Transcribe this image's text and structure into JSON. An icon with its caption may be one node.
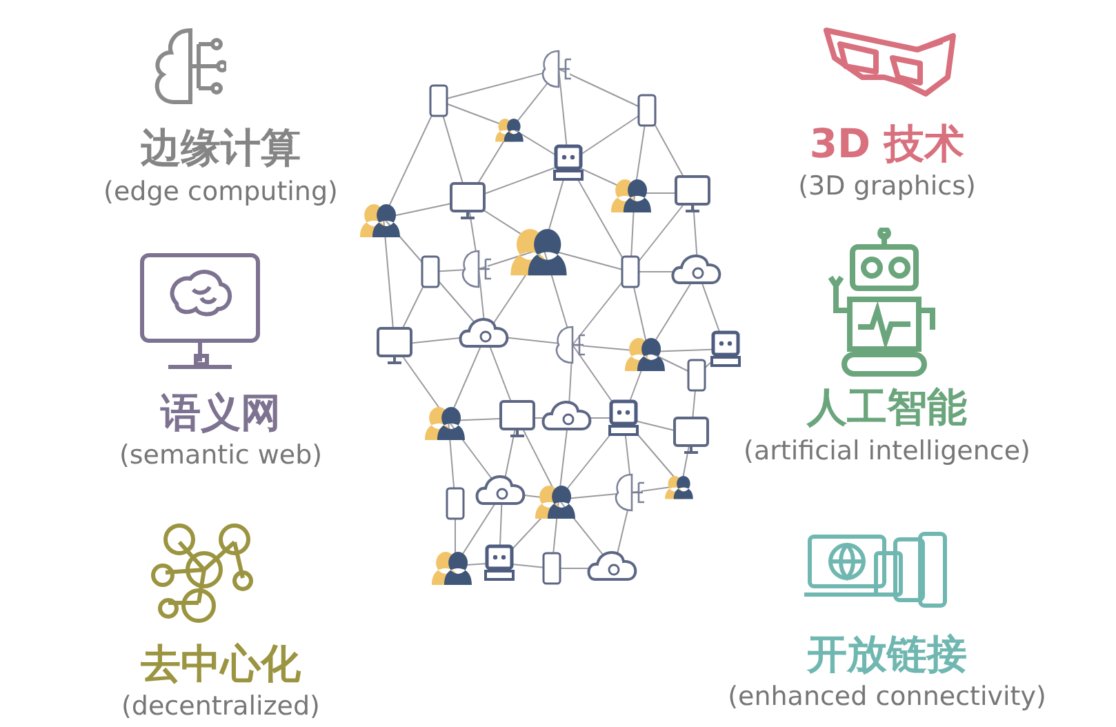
{
  "diagram": {
    "labels": [
      "边缘计算",
      "(edge computing)",
      "语义网",
      "(semantic web)",
      "去中心化",
      "(decentralized)",
      "3D 技术",
      "(3D graphics)",
      "人工智能",
      "(artificial intelligence)",
      "开放链接",
      "(enhanced connectivity)"
    ]
  }
}
